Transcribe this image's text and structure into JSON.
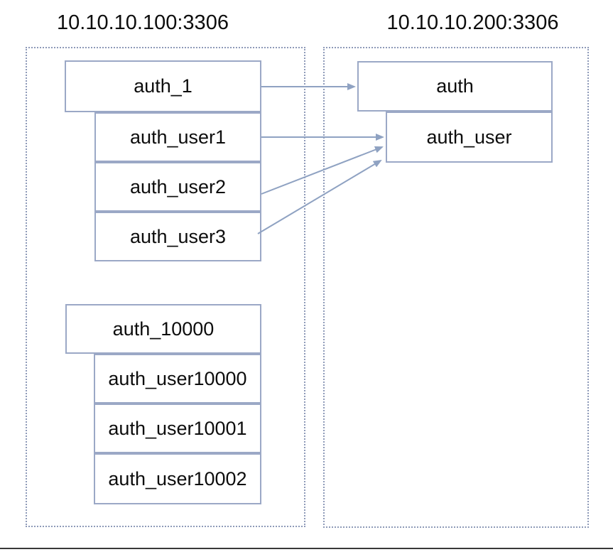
{
  "servers": [
    {
      "title": "10.10.10.100:3306",
      "groups": [
        {
          "parent": {
            "label": "auth_1"
          },
          "children": [
            {
              "label": "auth_user1"
            },
            {
              "label": "auth_user2"
            },
            {
              "label": "auth_user3"
            }
          ]
        },
        {
          "parent": {
            "label": "auth_10000"
          },
          "children": [
            {
              "label": "auth_user10000"
            },
            {
              "label": "auth_user10001"
            },
            {
              "label": "auth_user10002"
            }
          ]
        }
      ]
    },
    {
      "title": "10.10.10.200:3306",
      "tables": [
        {
          "label": "auth"
        },
        {
          "label": "auth_user"
        }
      ]
    }
  ],
  "arrows": [
    {
      "from": "auth_1",
      "to": "auth"
    },
    {
      "from": "auth_user1",
      "to": "auth_user"
    },
    {
      "from": "auth_user2",
      "to": "auth_user"
    },
    {
      "from": "auth_user3",
      "to": "auth_user"
    }
  ],
  "colors": {
    "box_border": "#9ba8c6",
    "container_border": "#8e9ab8",
    "arrow": "#8fa2c2",
    "text": "#0d0d0d",
    "bottom_rule": "#383838"
  }
}
